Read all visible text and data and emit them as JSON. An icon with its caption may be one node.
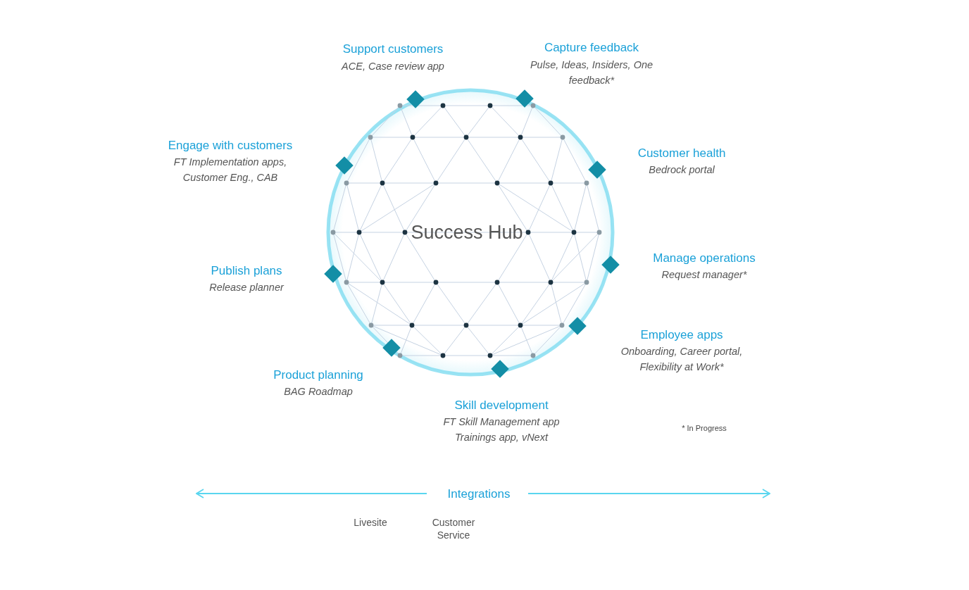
{
  "diagram": {
    "labels": [
      "Support customers",
      "ACE, Case review app",
      "Capture feedback",
      "Pulse, Ideas, Insiders,  One feedback*",
      "Engage with customers",
      "FT Implementation apps, Customer Eng., CAB",
      "Customer health",
      "Bedrock portal",
      "Success Hub",
      "Manage operations",
      "Request manager*",
      "Publish plans",
      "Release planner",
      "Employee apps",
      "Onboarding, Career portal, Flexibility at Work*",
      "Product planning",
      "BAG Roadmap",
      "Skill development",
      "FT Skill Management app Trainings app, vNext",
      "* In Progress",
      "Integrations",
      "Livesite",
      "Customer Service"
    ]
  }
}
